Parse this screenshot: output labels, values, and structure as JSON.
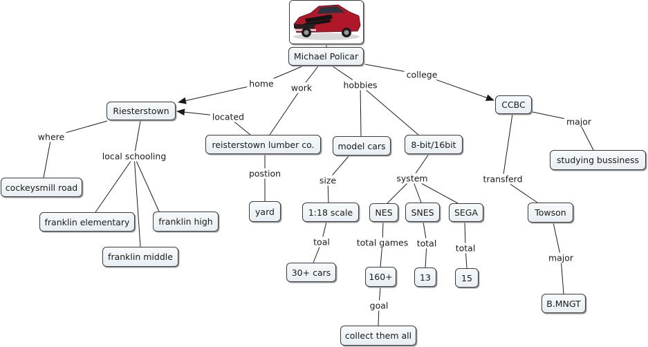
{
  "colors": {
    "line": "#1a1a1a",
    "node_fill_top": "#f7fafc",
    "node_fill_bottom": "#e8eef3",
    "car_body": "#b0182a",
    "car_stripe": "#141414"
  },
  "image_node": {
    "icon": "red-muscle-car-photo"
  },
  "nodes": {
    "michael": "Michael Policar",
    "riesterstown": "Riesterstown",
    "ccbc": "CCBC",
    "cockeysmill": "cockeysmill road",
    "lumber": "reisterstown lumber co.",
    "model_cars": "model cars",
    "bit": "8-bit/16bit",
    "studying": "studying bussiness",
    "franklin_elem": "franklin elementary",
    "franklin_high": "franklin high",
    "franklin_middle": "franklin middle",
    "yard": "yard",
    "scale": "1:18 scale",
    "nes": "NES",
    "snes": "SNES",
    "sega": "SEGA",
    "towson": "Towson",
    "cars30": "30+ cars",
    "n160": "160+",
    "n13": "13",
    "n15": "15",
    "bmngt": "B.MNGT",
    "collect": "collect them all"
  },
  "links": {
    "home": "home",
    "work": "work",
    "hobbies": "hobbies",
    "college": "college",
    "located": "located",
    "where": "where",
    "local_schooling": "local schooling",
    "postion": "postion",
    "size": "size",
    "system": "system",
    "major1": "major",
    "transferd": "transferd",
    "toal": "toal",
    "total_games": "total games",
    "total_snes": "total",
    "total_sega": "total",
    "major2": "major",
    "goal": "goal"
  }
}
